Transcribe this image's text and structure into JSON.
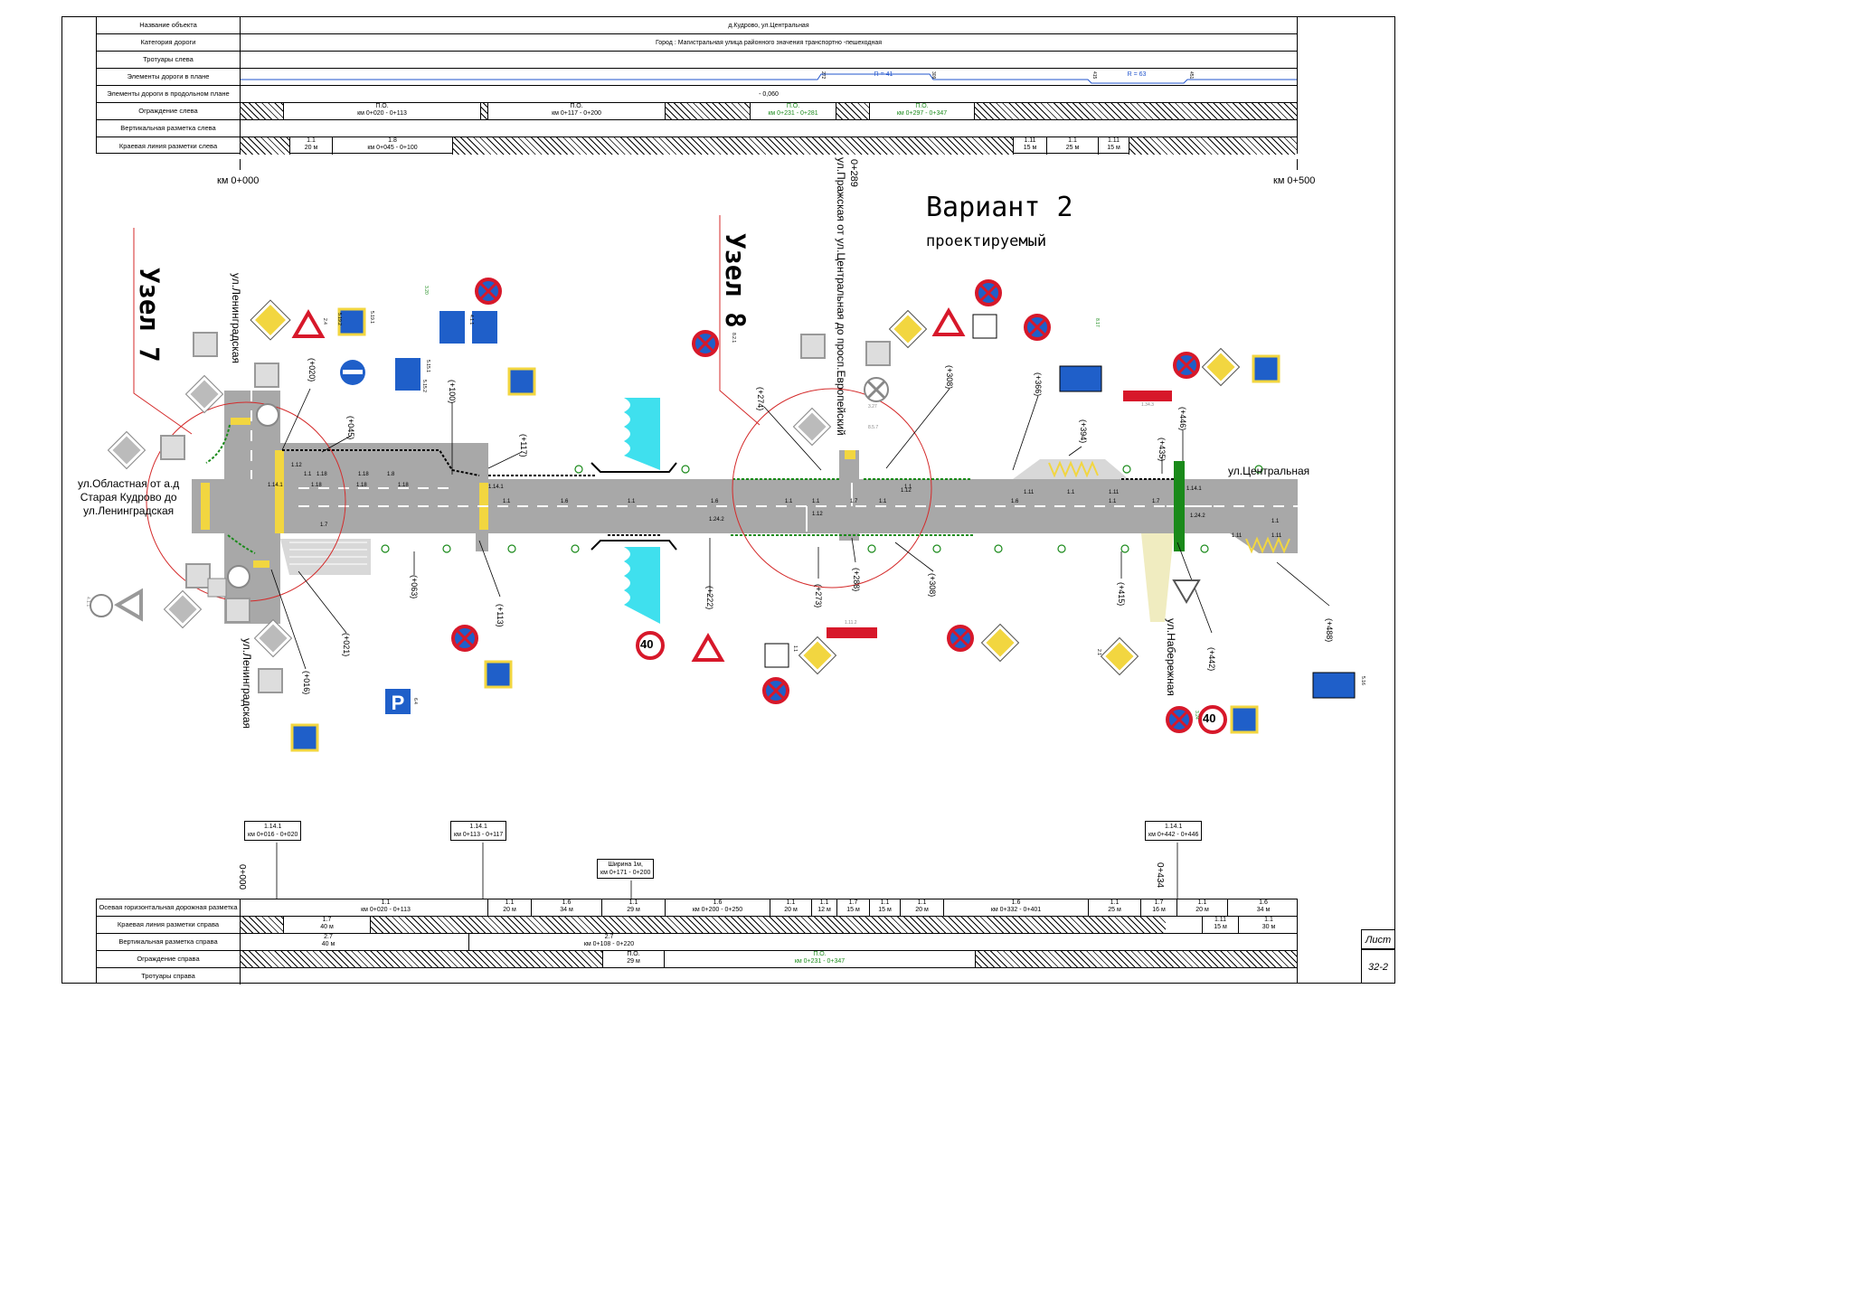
{
  "header": {
    "rows": [
      {
        "label": "Название объекта",
        "cells": [
          {
            "text": "д.Кудрово, ул.Центральная"
          }
        ]
      },
      {
        "label": "Категория дороги",
        "cells": [
          {
            "text": "Город : Магистральная улица районного значения транспортно -пешеходная"
          }
        ]
      },
      {
        "label": "Тротуары слева",
        "cells": []
      },
      {
        "label": "Элементы дороги в плане",
        "cells": [
          {
            "text": "R = 41"
          },
          {
            "text": "R = 63"
          }
        ]
      },
      {
        "label": "Элементы дороги в продольном плане",
        "cells": [
          {
            "text": "- 0,060"
          }
        ]
      },
      {
        "label": "Ограждение слева",
        "cells": [
          {
            "text": "П.О.",
            "sub": "км 0+020 - 0+113"
          },
          {
            "text": "П.О.",
            "sub": "км 0+117 - 0+200"
          },
          {
            "text": "П.О.",
            "sub": "км 0+231 - 0+281"
          },
          {
            "text": "П.О.",
            "sub": "км 0+297 - 0+347"
          }
        ]
      },
      {
        "label": "Вертикальная разметка слева",
        "cells": []
      },
      {
        "label": "Краевая линия разметки слева",
        "cells": [
          {
            "text": "1.1",
            "sub": "20 м"
          },
          {
            "text": "1.8",
            "sub": "км 0+045 - 0+100"
          },
          {
            "text": "1.11",
            "sub": "15 м"
          },
          {
            "text": "1.1",
            "sub": "25 м"
          },
          {
            "text": "1.11",
            "sub": "15 м"
          }
        ]
      }
    ],
    "plan_ticks": [
      "272",
      "309",
      "415",
      "451"
    ]
  },
  "scale": {
    "start": "км 0+000",
    "end": "км 0+500"
  },
  "title": {
    "main": "Вариант 2",
    "sub": "проектируемый"
  },
  "nodes": {
    "node7": "Узел 7",
    "node8": "Узел 8"
  },
  "streets": {
    "leningradskaya_top": "ул.Ленинградская",
    "leningradskaya_bottom": "ул.Ленинградская",
    "oblastnaya": [
      "ул.Областная от а.д",
      "Старая Кудрово до",
      "ул.Ленинградская"
    ],
    "prazhskaya": "ул.Пражская от ул.Центральная до просп.Европейский",
    "tsentralnaya": "ул.Центральная",
    "naberezhnaya": "ул.Набережная",
    "km289": "0+289",
    "km434": "0+434",
    "km000": "0+000"
  },
  "pickets_top": [
    "(+020)",
    "(+045)",
    "(+100)",
    "(+117)",
    "(+274)",
    "(+308)",
    "(+366)",
    "(+394)",
    "(+435)",
    "(+446)"
  ],
  "pickets_bottom": [
    "(+016)",
    "(+021)",
    "(+063)",
    "(+113)",
    "(+222)",
    "(+273)",
    "(+288)",
    "(+308)",
    "(+415)",
    "(+442)",
    "(+488)"
  ],
  "road_marks": [
    "1.12",
    "1.1",
    "1.18",
    "1.18",
    "1.8",
    "1.18",
    "1.18",
    "1.18",
    "1.14.1",
    "1.1",
    "1.6",
    "1.1",
    "1.6",
    "1.24.2",
    "1.1",
    "1.1",
    "1.12",
    "1.7",
    "1.1",
    "1.12",
    "1.11",
    "1.1",
    "1.6",
    "1.11",
    "1.1",
    "1.7",
    "1.14.1",
    "1.24.2",
    "1.1",
    "1.11",
    "1.11",
    "1.14.1",
    "1.7",
    "1.1"
  ],
  "speed": [
    "40",
    "40"
  ],
  "sign_codes": [
    "5.19.1",
    "5.19.2",
    "2.1",
    "2.4",
    "3.27",
    "8.5.7",
    "5.16",
    "1.34.3",
    "1.11.2",
    "3.20",
    "4.1.1",
    "4.1.1",
    "5.15.1",
    "5.15.2",
    "6.4",
    "8.2.1",
    "8.17",
    "3.24",
    "1.1"
  ],
  "callouts": [
    {
      "code": "1.14.1",
      "range": "км 0+016 - 0+020"
    },
    {
      "code": "1.14.1",
      "range": "км 0+113 - 0+117"
    },
    {
      "code": "Ширина 1м,",
      "range": "км 0+171 - 0+200"
    },
    {
      "code": "1.14.1",
      "range": "км 0+442 - 0+446"
    }
  ],
  "footer": {
    "rows": [
      {
        "label": "Осевая горизонтальная дорожная разметка",
        "cells": [
          {
            "text": "1.1",
            "sub": "км 0+020 - 0+113"
          },
          {
            "text": "1.1",
            "sub": "20 м"
          },
          {
            "text": "1.6",
            "sub": "34 м"
          },
          {
            "text": "1.1",
            "sub": "29 м"
          },
          {
            "text": "1.6",
            "sub": "км 0+200 - 0+250"
          },
          {
            "text": "1.1",
            "sub": "20 м"
          },
          {
            "text": "1.1",
            "sub": "12 м"
          },
          {
            "text": "1.7",
            "sub": "15 м"
          },
          {
            "text": "1.1",
            "sub": "15 м"
          },
          {
            "text": "1.1",
            "sub": "20 м"
          },
          {
            "text": "1.6",
            "sub": "км 0+332 - 0+401"
          },
          {
            "text": "1.1",
            "sub": "25 м"
          },
          {
            "text": "1.7",
            "sub": "16 м"
          },
          {
            "text": "1.1",
            "sub": "20 м"
          },
          {
            "text": "1.6",
            "sub": "34 м"
          }
        ]
      },
      {
        "label": "Краевая линия разметки справа",
        "cells": [
          {
            "text": "1.7",
            "sub": "40 м"
          },
          {
            "text": "1.11",
            "sub": "15 м"
          },
          {
            "text": "1.1",
            "sub": "30 м"
          }
        ]
      },
      {
        "label": "Вертикальная разметка справа",
        "cells": [
          {
            "text": "2.7",
            "sub": "40 м"
          },
          {
            "text": "2.7",
            "sub": "км 0+108 - 0+220"
          }
        ]
      },
      {
        "label": "Ограждение справа",
        "cells": [
          {
            "text": "П.О.",
            "sub": "29 м"
          },
          {
            "text": "П.О.",
            "sub": "км 0+231 - 0+347"
          }
        ]
      },
      {
        "label": "Тротуары справа",
        "cells": []
      }
    ]
  },
  "sheet": {
    "label": "Лист",
    "number": "32-2"
  },
  "colors": {
    "road": "#a8a8a8",
    "water": "#3fe0ee",
    "circle": "#d42a2a",
    "green": "#1a8a1a",
    "yellow": "#f2d640",
    "blue_sign": "#1f5fc9",
    "red_sign": "#d7182a"
  }
}
